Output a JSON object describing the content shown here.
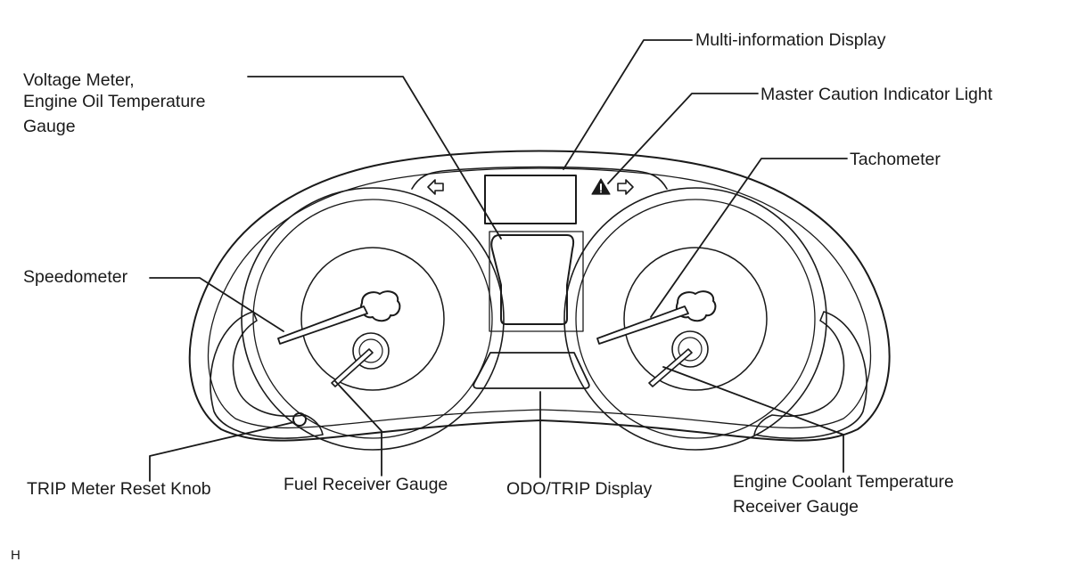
{
  "labels": {
    "multi_info_display": "Multi-information Display",
    "voltage_meter": [
      "Voltage Meter,",
      "Engine Oil Temperature",
      "Gauge"
    ],
    "master_caution": "Master Caution Indicator Light",
    "tachometer": "Tachometer",
    "speedometer": "Speedometer",
    "trip_reset_knob": "TRIP Meter Reset Knob",
    "fuel_gauge": "Fuel Receiver Gauge",
    "odo_trip_display": "ODO/TRIP Display",
    "coolant_gauge": [
      "Engine Coolant Temperature",
      "Receiver Gauge"
    ],
    "corner_mark": "H"
  },
  "icons": {
    "left_turn": "arrow-left-icon",
    "right_turn": "arrow-right-icon",
    "warning": "warning-triangle-icon"
  },
  "colors": {
    "line": "#1a1a1a",
    "background": "#ffffff"
  }
}
